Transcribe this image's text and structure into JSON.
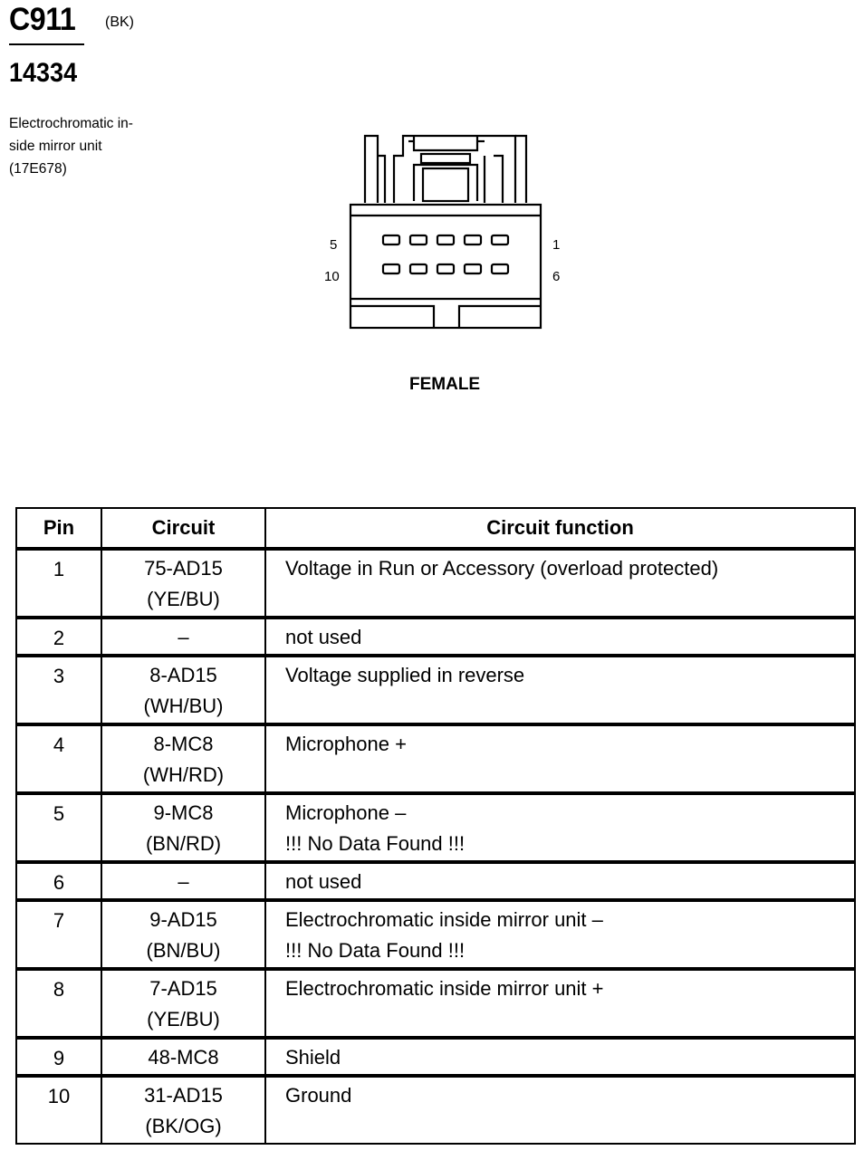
{
  "header": {
    "connector_code": "C911",
    "connector_color": "(BK)",
    "part_number": "14334",
    "description_lines": [
      "Electrochromatic in-",
      "side mirror unit",
      "(17E678)"
    ]
  },
  "diagram": {
    "pin_labels": {
      "top_left": "5",
      "bottom_left": "10",
      "top_right": "1",
      "bottom_right": "6"
    },
    "gender": "FEMALE"
  },
  "table": {
    "headers": [
      "Pin",
      "Circuit",
      "Circuit function"
    ],
    "rows": [
      {
        "pin": "1",
        "circuit": "75-AD15",
        "color": "(YE/BU)",
        "function": "Voltage in Run or Accessory (overload protected)",
        "note": ""
      },
      {
        "pin": "2",
        "circuit": "–",
        "color": "",
        "function": "not used",
        "note": ""
      },
      {
        "pin": "3",
        "circuit": "8-AD15",
        "color": "(WH/BU)",
        "function": "Voltage supplied in reverse",
        "note": ""
      },
      {
        "pin": "4",
        "circuit": "8-MC8",
        "color": "(WH/RD)",
        "function": "Microphone +",
        "note": ""
      },
      {
        "pin": "5",
        "circuit": "9-MC8",
        "color": "(BN/RD)",
        "function": "Microphone –",
        "note": "!!! No Data Found !!!"
      },
      {
        "pin": "6",
        "circuit": "–",
        "color": "",
        "function": "not used",
        "note": ""
      },
      {
        "pin": "7",
        "circuit": "9-AD15",
        "color": "(BN/BU)",
        "function": "Electrochromatic inside mirror unit  –",
        "note": "!!! No Data Found !!!"
      },
      {
        "pin": "8",
        "circuit": "7-AD15",
        "color": "(YE/BU)",
        "function": "Electrochromatic inside mirror unit  +",
        "note": ""
      },
      {
        "pin": "9",
        "circuit": "48-MC8",
        "color": "",
        "function": "Shield",
        "note": ""
      },
      {
        "pin": "10",
        "circuit": "31-AD15",
        "color": "(BK/OG)",
        "function": "Ground",
        "note": ""
      }
    ]
  }
}
